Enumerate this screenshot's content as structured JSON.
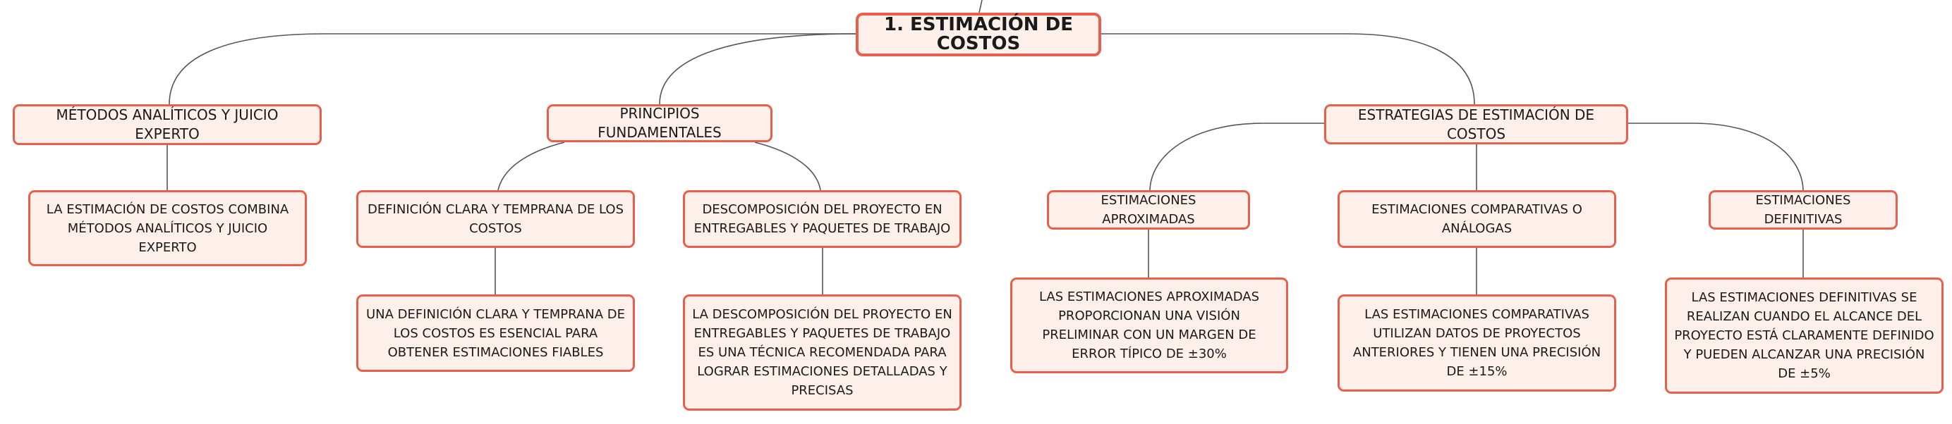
{
  "diagram": {
    "root": "1. ESTIMACIÓN DE COSTOS",
    "branches": [
      {
        "label": "MÉTODOS ANALÍTICOS Y JUICIO EXPERTO",
        "description": "LA ESTIMACIÓN DE COSTOS COMBINA MÉTODOS ANALÍTICOS Y JUICIO EXPERTO"
      },
      {
        "label": "PRINCIPIOS FUNDAMENTALES",
        "children": [
          {
            "label": "DEFINICIÓN CLARA Y TEMPRANA DE LOS COSTOS",
            "description": "UNA DEFINICIÓN CLARA Y TEMPRANA DE LOS COSTOS ES ESENCIAL PARA OBTENER ESTIMACIONES FIABLES"
          },
          {
            "label": "DESCOMPOSICIÓN DEL PROYECTO EN ENTREGABLES Y PAQUETES DE TRABAJO",
            "description": "LA DESCOMPOSICIÓN DEL PROYECTO EN ENTREGABLES Y PAQUETES DE TRABAJO ES UNA TÉCNICA RECOMENDADA PARA LOGRAR ESTIMACIONES DETALLADAS Y PRECISAS"
          }
        ]
      },
      {
        "label": "ESTRATEGIAS DE ESTIMACIÓN DE COSTOS",
        "children": [
          {
            "label": "ESTIMACIONES APROXIMADAS",
            "description": "LAS ESTIMACIONES APROXIMADAS PROPORCIONAN UNA VISIÓN PRELIMINAR CON UN MARGEN DE ERROR TÍPICO DE ±30%"
          },
          {
            "label": "ESTIMACIONES COMPARATIVAS O ANÁLOGAS",
            "description": "LAS ESTIMACIONES COMPARATIVAS UTILIZAN DATOS DE PROYECTOS ANTERIORES Y TIENEN UNA PRECISIÓN DE ±15%"
          },
          {
            "label": "ESTIMACIONES DEFINITIVAS",
            "description": "LAS ESTIMACIONES DEFINITIVAS SE REALIZAN CUANDO EL ALCANCE DEL PROYECTO ESTÁ CLARAMENTE DEFINIDO Y PUEDEN ALCANZAR UNA PRECISIÓN DE ±5%"
          }
        ]
      }
    ]
  },
  "colors": {
    "node_fill": "#fdefea",
    "node_border": "#e8604c",
    "connector": "#555555"
  }
}
